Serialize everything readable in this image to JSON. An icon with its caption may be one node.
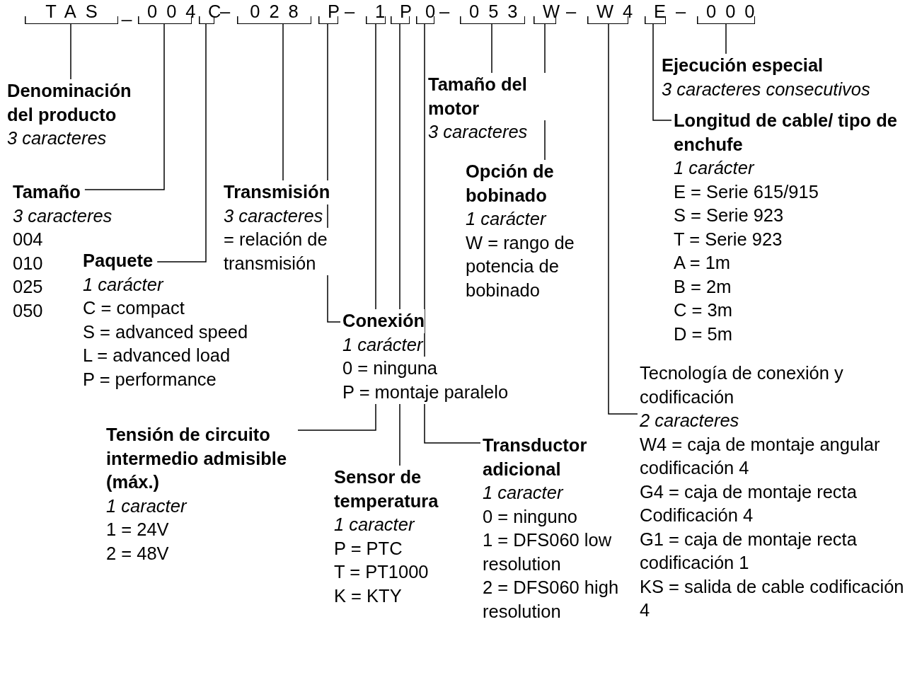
{
  "diagram": {
    "nodes": [
      {
        "text": [
          "TAS"
        ]
      },
      {
        "text": [
          "004"
        ]
      },
      {
        "text": [
          "C"
        ]
      },
      {
        "text": [
          "028"
        ]
      },
      {
        "text": [
          "P"
        ]
      },
      {
        "text": [
          "1"
        ]
      },
      {
        "text": [
          "P"
        ]
      },
      {
        "text": [
          "0"
        ]
      },
      {
        "text": [
          "053"
        ]
      },
      {
        "text": [
          "W"
        ]
      },
      {
        "text": [
          "W4"
        ]
      },
      {
        "text": [
          "E"
        ]
      },
      {
        "text": [
          "000"
        ]
      },
      {
        "text": [
          "Denominación del producto",
          "3 caracteres"
        ]
      },
      {
        "text": [
          "Tamaño",
          "3 caracteres",
          "004",
          "010",
          "025",
          "050"
        ]
      },
      {
        "text": [
          "Paquete",
          "1 carácter",
          "C = compact",
          "S = advanced speed",
          "L = advanced load",
          "P = performance"
        ]
      },
      {
        "text": [
          "Transmisión",
          "3 caracteres",
          "= relación de transmisión"
        ]
      },
      {
        "text": [
          "Conexión",
          "1 carácter",
          "0 = ninguna",
          "P = montaje paralelo"
        ]
      },
      {
        "text": [
          "Tensión de circuito intermedio admisible (máx.)",
          "1 caracter",
          "1 = 24V",
          "2 = 48V"
        ]
      },
      {
        "text": [
          "Sensor de temperatura",
          "1 caracter",
          "P = PTC",
          "T = PT1000",
          "K = KTY"
        ]
      },
      {
        "text": [
          "Transductor adicional",
          "1 caracter",
          "0 = ninguno",
          "1 = DFS060 low resolution",
          "2 = DFS060 high resolution"
        ]
      },
      {
        "text": [
          "Tamaño del motor",
          "3 caracteres"
        ]
      },
      {
        "text": [
          "Opción de bobinado",
          "1 carácter",
          "W = rango de potencia de bobinado"
        ]
      },
      {
        "text": [
          "Tecnología de conexión y codificación",
          "2 caracteres",
          "W4 = caja de montaje angular codificación 4",
          "G4 = caja de montaje recta Codificación 4",
          "G1 = caja de montaje recta codificación 1",
          "KS = salida de cable codificación 4"
        ]
      },
      {
        "text": [
          "Longitud de cable/ tipo de enchufe",
          "1 carácter",
          "E = Serie 615/915",
          "S = Serie 923",
          "T = Serie 923",
          "A = 1m",
          "B = 2m",
          "C = 3m",
          "D = 5m"
        ]
      },
      {
        "text": [
          "Ejecución especial",
          "3 caracteres consecutivos"
        ]
      }
    ],
    "edges": [
      {
        "from": 0,
        "to": 13,
        "arrow": "none"
      },
      {
        "from": 1,
        "to": 14,
        "arrow": "none"
      },
      {
        "from": 2,
        "to": 15,
        "arrow": "none"
      },
      {
        "from": 3,
        "to": 16,
        "arrow": "none"
      },
      {
        "from": 4,
        "to": 17,
        "arrow": "none"
      },
      {
        "from": 5,
        "to": 18,
        "arrow": "none"
      },
      {
        "from": 6,
        "to": 19,
        "arrow": "none"
      },
      {
        "from": 7,
        "to": 20,
        "arrow": "none"
      },
      {
        "from": 8,
        "to": 21,
        "arrow": "none"
      },
      {
        "from": 9,
        "to": 22,
        "arrow": "none"
      },
      {
        "from": 10,
        "to": 23,
        "arrow": "none"
      },
      {
        "from": 11,
        "to": 24,
        "arrow": "none"
      },
      {
        "from": 12,
        "to": 25,
        "arrow": "none"
      }
    ],
    "labels": [
      "_",
      "–",
      "–",
      "–",
      "–",
      "–"
    ]
  }
}
